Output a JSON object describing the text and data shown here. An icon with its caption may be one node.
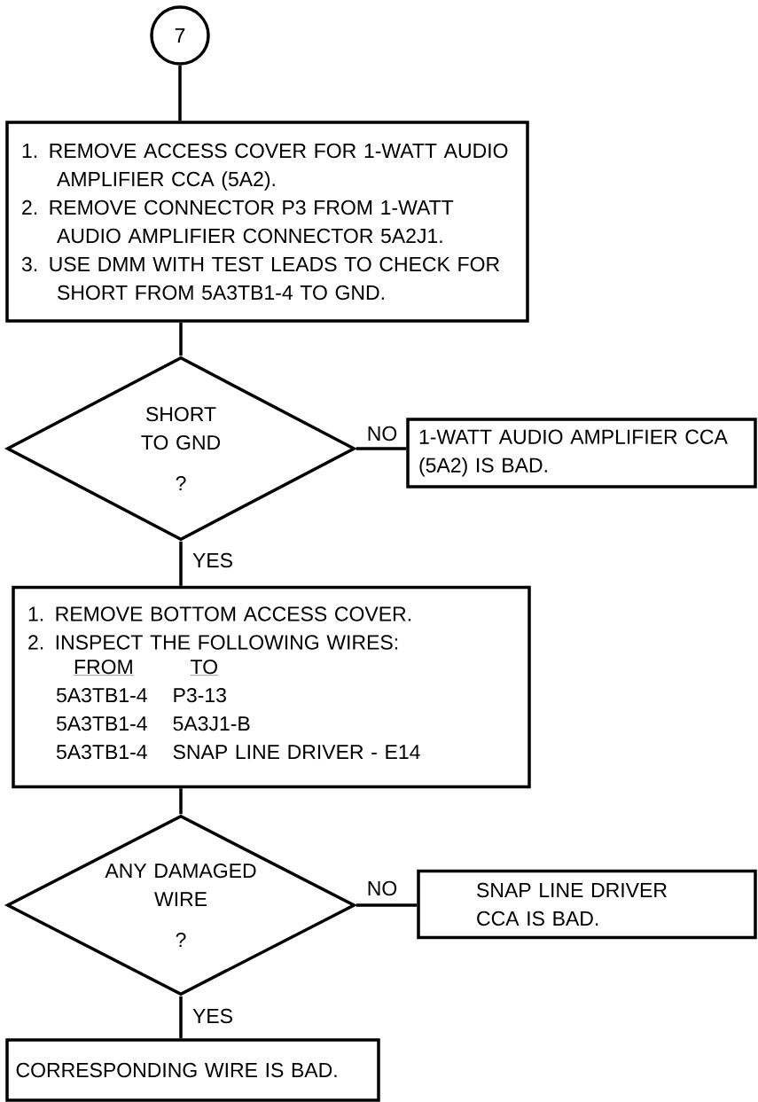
{
  "diagram": {
    "nodes": [
      {
        "text": [
          "7"
        ]
      },
      {
        "text": [
          "1. REMOVE ACCESS COVER FOR 1-WATT AUDIO AMPLIFIER CCA (5A2).",
          "2. REMOVE CONNECTOR P3 FROM 1-WATT AUDIO AMPLIFIER CONNECTOR 5A2J1.",
          "3. USE DMM WITH TEST LEADS TO CHECK FOR SHORT FROM 5A3TB1-4 TO GND."
        ]
      },
      {
        "text": [
          "SHORT TO GND",
          "?"
        ]
      },
      {
        "text": [
          "1-WATT AUDIO AMPLIFIER CCA (5A2) IS BAD."
        ]
      },
      {
        "text": [
          "1. REMOVE BOTTOM ACCESS COVER.",
          "2. INSPECT THE FOLLOWING WIRES:",
          "FROM",
          "TO",
          "5A3TB1-4",
          "P3-13",
          "5A3TB1-4",
          "5A3J1-B",
          "5A3TB1-4",
          "SNAP LINE DRIVER - E14"
        ]
      },
      {
        "text": [
          "ANY DAMAGED WIRE",
          "?"
        ]
      },
      {
        "text": [
          "SNAP LINE DRIVER CCA IS BAD."
        ]
      },
      {
        "text": [
          "CORRESPONDING WIRE IS BAD."
        ]
      }
    ],
    "edges": [
      {
        "from": 0,
        "to": 1,
        "arrow": "none"
      },
      {
        "from": 1,
        "to": 2,
        "arrow": "none"
      },
      {
        "from": 2,
        "to": 3,
        "arrow": "none",
        "label": "NO"
      },
      {
        "from": 2,
        "to": 4,
        "arrow": "none",
        "label": "YES"
      },
      {
        "from": 4,
        "to": 5,
        "arrow": "none"
      },
      {
        "from": 5,
        "to": 6,
        "arrow": "none",
        "label": "NO"
      },
      {
        "from": 5,
        "to": 7,
        "arrow": "none",
        "label": "YES"
      }
    ]
  }
}
